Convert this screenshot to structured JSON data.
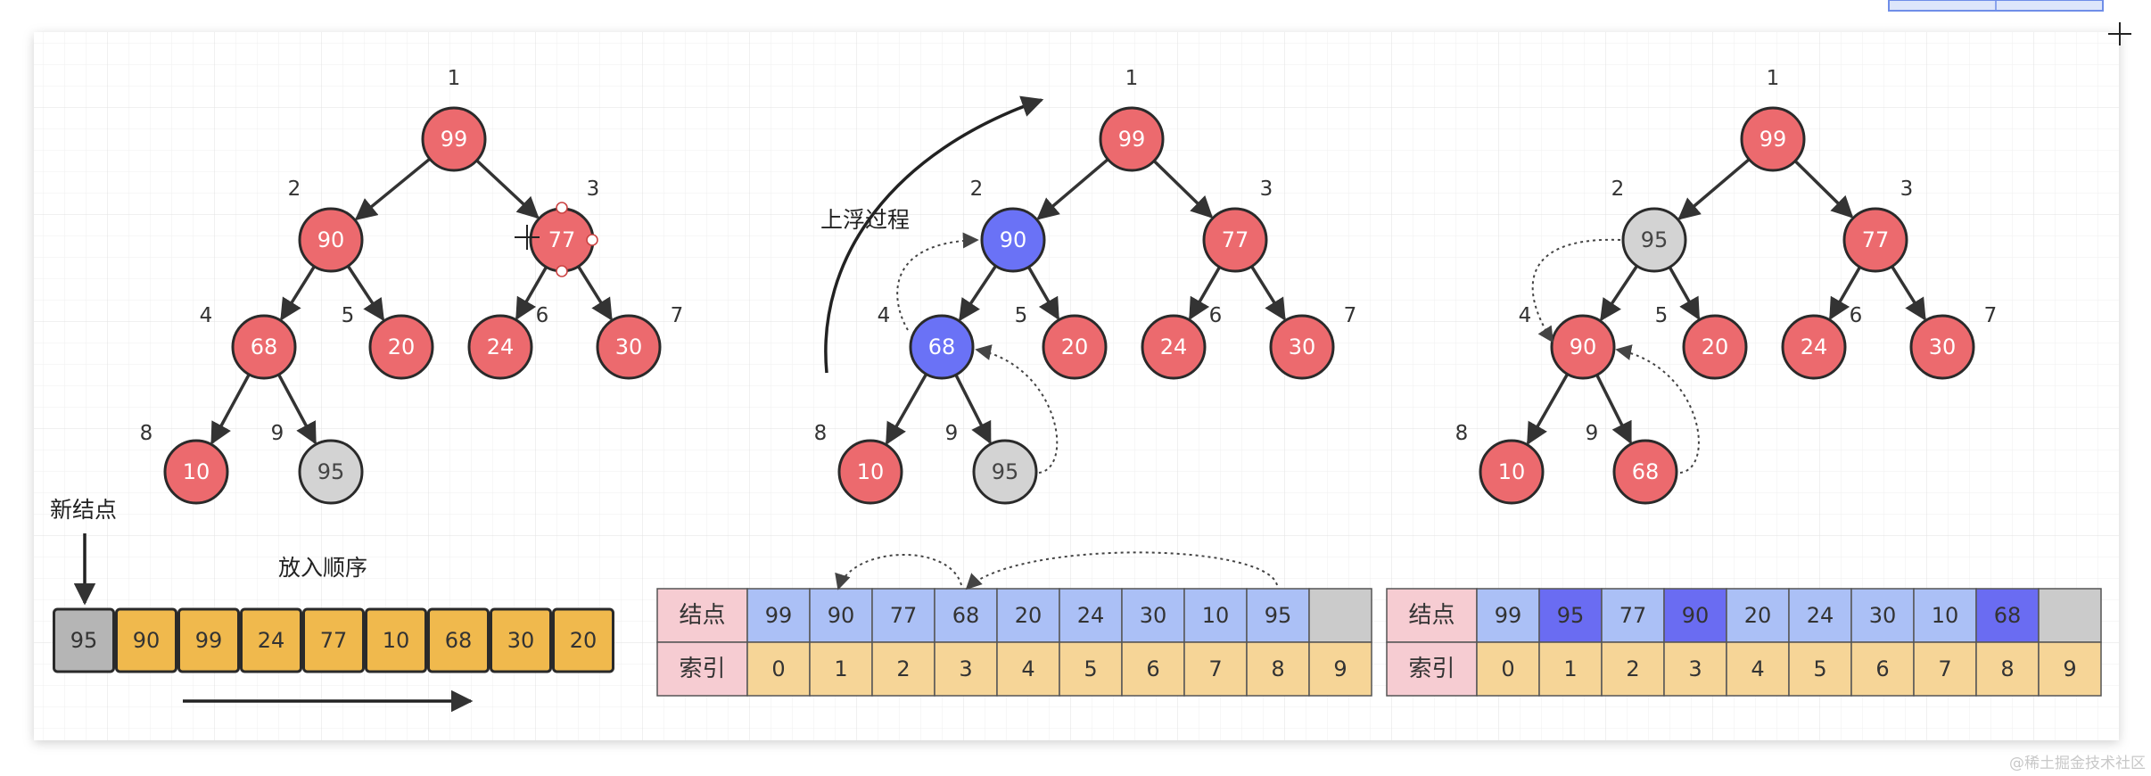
{
  "colors": {
    "node_red": "#ec6a6e",
    "node_gray": "#d3d3d3",
    "node_blue": "#6a72f6",
    "cell_yellow": "#f0b94d",
    "cell_gray": "#b5b5b5",
    "arr_blue": "#abc0f6",
    "arr_deep": "#6a6cf2",
    "arr_gray": "#cbcbcb",
    "idx_orange": "#f6d597",
    "hdr_pink": "#f6ccd2"
  },
  "tree1": {
    "positions": [
      "1",
      "2",
      "3",
      "4",
      "5",
      "6",
      "7",
      "8",
      "9"
    ],
    "values": [
      "99",
      "90",
      "77",
      "68",
      "20",
      "24",
      "30",
      "10",
      "95"
    ],
    "styles": [
      "red",
      "red",
      "red",
      "red",
      "red",
      "red",
      "red",
      "red",
      "gray"
    ]
  },
  "tree2": {
    "positions": [
      "1",
      "2",
      "3",
      "4",
      "5",
      "6",
      "7",
      "8",
      "9"
    ],
    "values": [
      "99",
      "90",
      "77",
      "68",
      "20",
      "24",
      "30",
      "10",
      "95"
    ],
    "styles": [
      "red",
      "blue",
      "red",
      "blue",
      "red",
      "red",
      "red",
      "red",
      "gray"
    ],
    "float_label": "上浮过程"
  },
  "tree3": {
    "positions": [
      "1",
      "2",
      "3",
      "4",
      "5",
      "6",
      "7",
      "8",
      "9"
    ],
    "values": [
      "99",
      "95",
      "77",
      "90",
      "20",
      "24",
      "30",
      "10",
      "68"
    ],
    "styles": [
      "red",
      "gray",
      "red",
      "red",
      "red",
      "red",
      "red",
      "red",
      "red"
    ]
  },
  "insertion": {
    "new_node_label": "新结点",
    "order_label": "放入顺序",
    "cells": [
      "95",
      "90",
      "99",
      "24",
      "77",
      "10",
      "68",
      "30",
      "20"
    ]
  },
  "array1": {
    "node_header": "结点",
    "index_header": "索引",
    "nodes": [
      "99",
      "90",
      "77",
      "68",
      "20",
      "24",
      "30",
      "10",
      "95",
      ""
    ],
    "indices": [
      "0",
      "1",
      "2",
      "3",
      "4",
      "5",
      "6",
      "7",
      "8",
      "9"
    ]
  },
  "array2": {
    "node_header": "结点",
    "index_header": "索引",
    "nodes": [
      "99",
      "95",
      "77",
      "90",
      "20",
      "24",
      "30",
      "10",
      "68",
      ""
    ],
    "indices": [
      "0",
      "1",
      "2",
      "3",
      "4",
      "5",
      "6",
      "7",
      "8",
      "9"
    ]
  },
  "watermark": "@稀土掘金技术社区"
}
